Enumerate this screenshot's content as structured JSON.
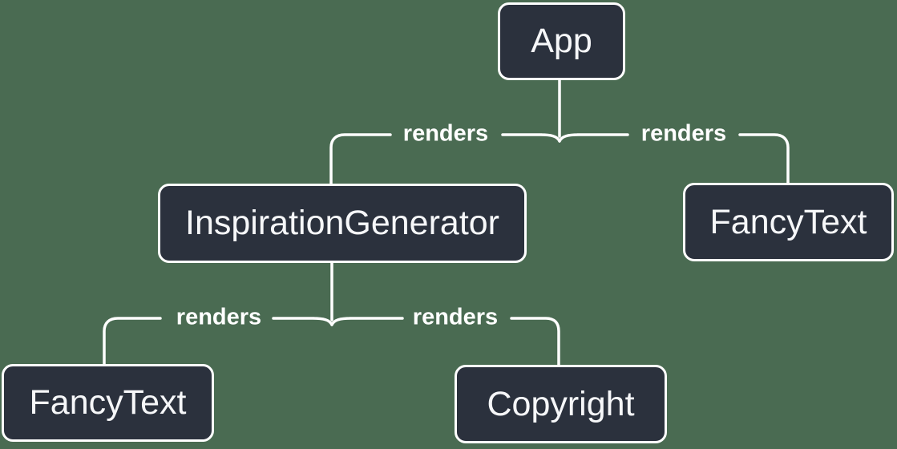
{
  "diagram": {
    "type": "tree",
    "description": "React component render tree",
    "colors": {
      "background": "#4a6b52",
      "node_fill": "#2b313d",
      "node_border": "#ffffff",
      "node_text": "#f6f7f9",
      "edge_line": "#ffffff",
      "edge_label_text": "#ffffff"
    },
    "nodes": [
      {
        "id": "app",
        "label": "App"
      },
      {
        "id": "inspiration-generator",
        "label": "InspirationGenerator"
      },
      {
        "id": "fancy-text-top",
        "label": "FancyText"
      },
      {
        "id": "fancy-text-bottom",
        "label": "FancyText"
      },
      {
        "id": "copyright",
        "label": "Copyright"
      }
    ],
    "edges": [
      {
        "from": "App",
        "to": "InspirationGenerator",
        "label": "renders"
      },
      {
        "from": "App",
        "to": "FancyText",
        "label": "renders"
      },
      {
        "from": "InspirationGenerator",
        "to": "FancyText",
        "label": "renders"
      },
      {
        "from": "InspirationGenerator",
        "to": "Copyright",
        "label": "renders"
      }
    ]
  }
}
